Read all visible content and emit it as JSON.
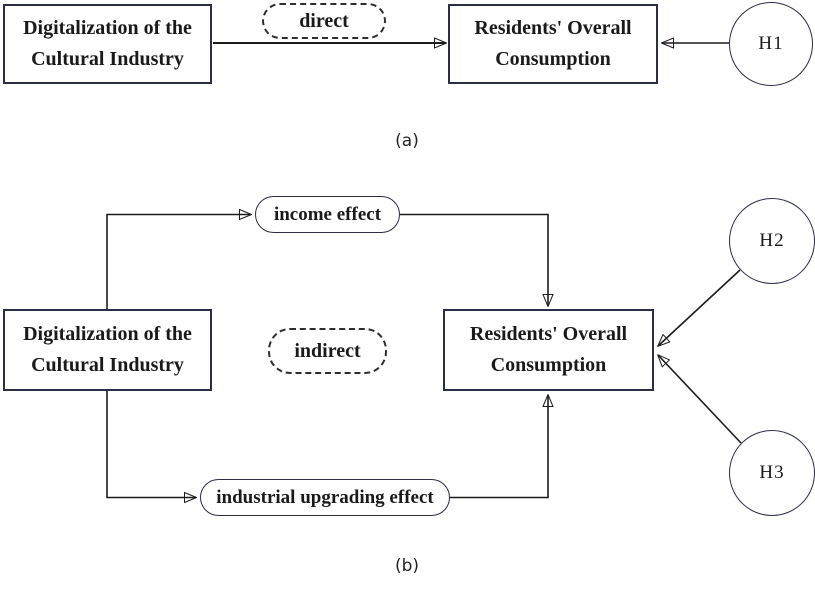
{
  "colors": {
    "box_border": "#2b2e44",
    "line": "#1d1d1d",
    "text": "#1a1a1a",
    "background": "#ffffff"
  },
  "panel_a": {
    "caption": "(a)",
    "source_box": "Digitalization of the Cultural Industry",
    "target_box": "Residents' Overall Consumption",
    "path_label": "direct",
    "hypothesis": "H1"
  },
  "panel_b": {
    "caption": "(b)",
    "source_box": "Digitalization of the Cultural Industry",
    "target_box": "Residents' Overall Consumption",
    "path_label": "indirect",
    "mediator_top": "income effect",
    "mediator_bottom": "industrial upgrading effect",
    "hypothesis_top": "H2",
    "hypothesis_bottom": "H3"
  }
}
